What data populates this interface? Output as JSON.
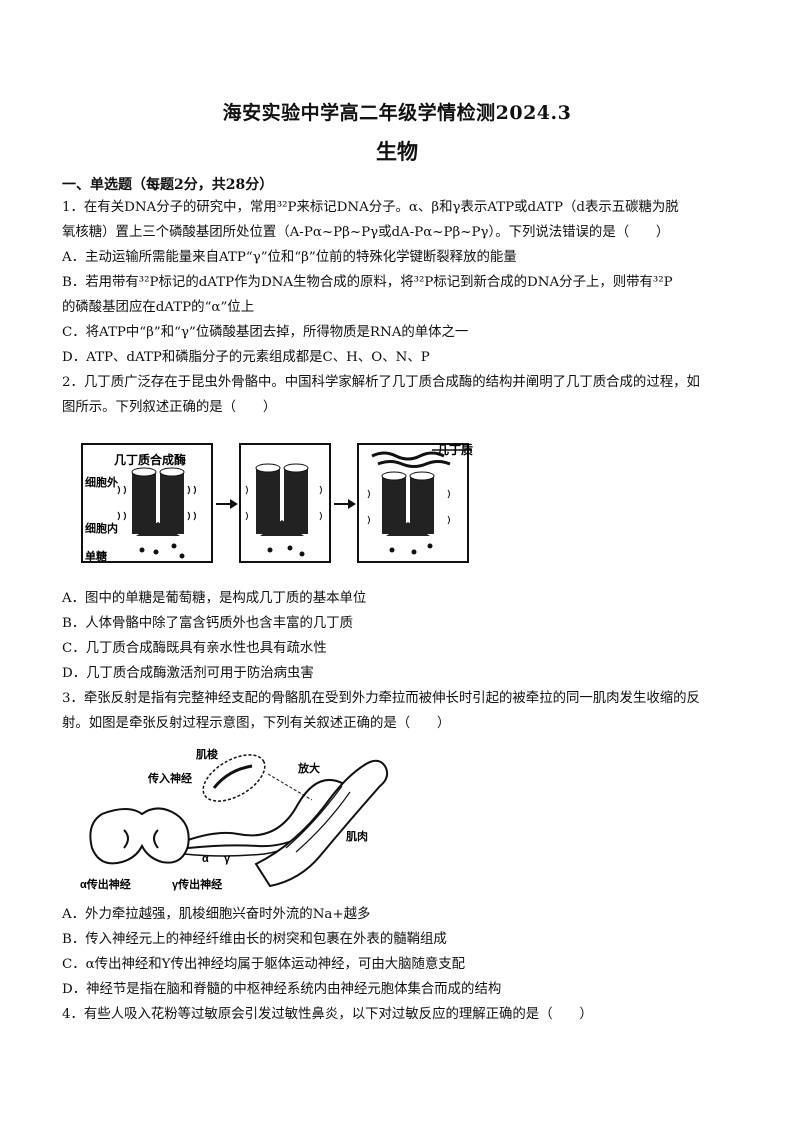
{
  "header": {
    "title": "海安实验中学高二年级学情检测2024.3",
    "subject": "生物"
  },
  "section": "一、单选题（每题2分，共28分）",
  "q1": {
    "l1": "1．在有关DNA分子的研究中，常用³²P来标记DNA分子。α、β和γ表示ATP或dATP（d表示五碳糖为脱",
    "l2": "氧核糖）置上三个磷酸基团所处位置（A-Pα~Pβ~Pγ或dA-Pα~Pβ~Pγ）。下列说法错误的是（　　）",
    "a": "A．主动运输所需能量来自ATP“γ”位和“β”位前的特殊化学键断裂释放的能量",
    "b1": "B．若用带有³²P标记的dATP作为DNA生物合成的原料，将³²P标记到新合成的DNA分子上，则带有³²P",
    "b2": "的磷酸基团应在dATP的“α”位上",
    "c": "C．将ATP中“β”和“γ”位磷酸基团去掉，所得物质是RNA的单体之一",
    "d": "D．ATP、dATP和磷脂分子的元素组成都是C、H、O、N、P"
  },
  "q2": {
    "l1": "2．几丁质广泛存在于昆虫外骨骼中。中国科学家解析了几丁质合成酶的结构并阐明了几丁质合成的过程，如",
    "l2": "图所示。下列叙述正确的是（　　）",
    "fig": {
      "enzyme": "几丁质合成酶",
      "outside": "细胞外",
      "inside": "细胞内",
      "mono": "单糖",
      "chitin": "几丁质"
    },
    "a": "A．图中的单糖是葡萄糖，是构成几丁质的基本单位",
    "b": "B．人体骨骼中除了富含钙质外也含丰富的几丁质",
    "c": "C．几丁质合成酶既具有亲水性也具有疏水性",
    "d": "D．几丁质合成酶激活剂可用于防治病虫害"
  },
  "q3": {
    "l1": "3．牵张反射是指有完整神经支配的骨骼肌在受到外力牵拉而被伸长时引起的被牵拉的同一肌肉发生收缩的反",
    "l2": "射。如图是牵张反射过程示意图，下列有关叙述正确的是（　　）",
    "fig": {
      "spindle": "肌梭",
      "afferent": "传入神经",
      "magnify": "放大",
      "muscle": "肌肉",
      "alpha": "α",
      "gamma": "γ",
      "alpha_eff": "α传出神经",
      "gamma_eff": "γ传出神经"
    },
    "a": "A．外力牵拉越强，肌梭细胞兴奋时外流的Na+越多",
    "b": "B．传入神经元上的神经纤维由长的树突和包裹在外表的髓鞘组成",
    "c": "C．α传出神经和Y传出神经均属于躯体运动神经，可由大脑随意支配",
    "d": "D．神经节是指在脑和脊髓的中枢神经系统内由神经元胞体集合而成的结构"
  },
  "q4": {
    "l1": "4．有些人吸入花粉等过敏原会引发过敏性鼻炎，以下对过敏反应的理解正确的是（　　）"
  }
}
